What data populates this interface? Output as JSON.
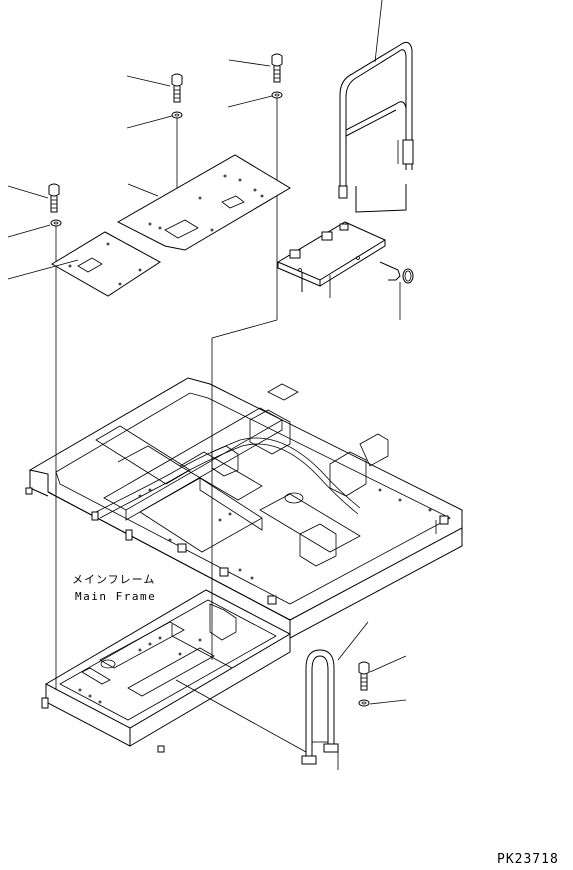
{
  "labels": {
    "main_frame_jp": "メインフレーム",
    "main_frame_en": "Main Frame"
  },
  "drawing_number": "PK23718",
  "colors": {
    "line": "#000000",
    "background": "#ffffff"
  }
}
